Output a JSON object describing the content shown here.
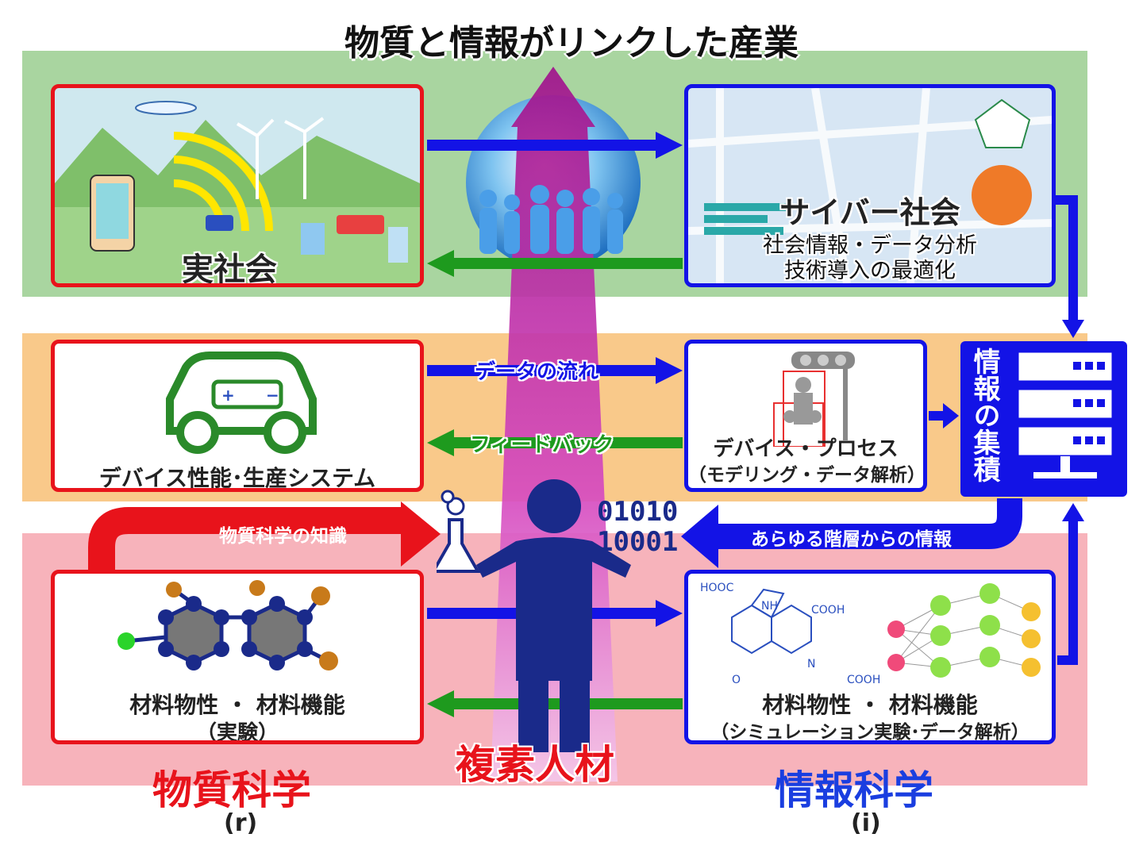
{
  "title": "物質と情報がリンクした産業",
  "real_society": {
    "label": "実社会"
  },
  "cyber_society": {
    "label": "サイバー社会",
    "line1": "社会情報・データ分析",
    "line2": "技術導入の最適化"
  },
  "device_system": {
    "label": "デバイス性能･生産システム"
  },
  "device_process": {
    "line1": "デバイス・プロセス",
    "line2": "（モデリング・データ解析）"
  },
  "material_exp": {
    "line1": "材料物性 ・ 材料機能",
    "line2": "（実験）"
  },
  "material_sim": {
    "line1": "材料物性 ・ 材料機能",
    "line2": "（シミュレーション実験･データ解析）",
    "chem_labels": [
      "HOOC",
      "NH",
      "COOH",
      "N",
      "COOH",
      "O"
    ]
  },
  "arrows": {
    "data_flow": "データの流れ",
    "feedback": "フィードバック",
    "material_knowledge": "物質科学の知識",
    "all_layers": "あらゆる階層からの情報"
  },
  "aggregation": "情報の集積",
  "binary": {
    "line1": "01010",
    "line2": "10001"
  },
  "person_label": "複素人材",
  "left_field": {
    "label": "物質科学",
    "sub": "(r)"
  },
  "right_field": {
    "label": "情報科学",
    "sub": "(i)"
  },
  "colors": {
    "red": "#e8131b",
    "blue": "#1313e6",
    "green": "#1e9a1e",
    "magenta": "#b0178f",
    "navy": "#1a2a8a"
  }
}
